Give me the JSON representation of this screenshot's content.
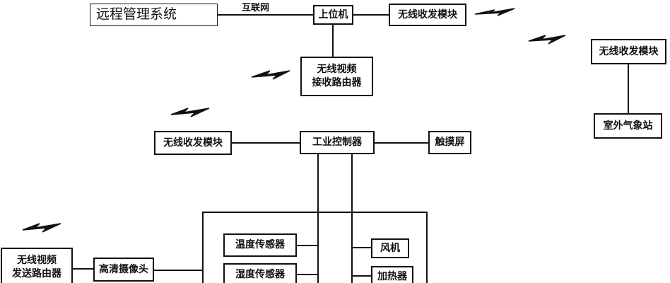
{
  "diagram": {
    "remote_system": "远程管理系统",
    "internet": "互联网",
    "host_pc": "上位机",
    "wireless_module_top": "无线收发模块",
    "wireless_module_right": "无线收发模块",
    "weather_station": "室外气象站",
    "video_receiver": "无线视频\n接收路由器",
    "wireless_module_left": "无线收发模块",
    "industrial_controller": "工业控制器",
    "touch_screen": "触摸屏",
    "temp_sensor": "温度传感器",
    "humidity_sensor": "湿度传感器",
    "fan": "风机",
    "heater": "加热器",
    "hd_camera": "高清摄像头",
    "video_sender": "无线视频\n发送路由器"
  }
}
